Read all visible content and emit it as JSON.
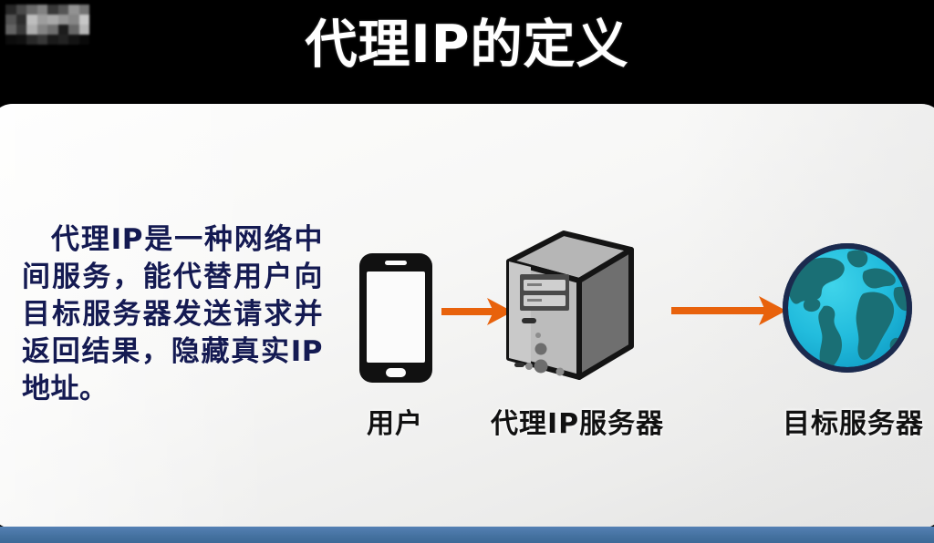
{
  "slide": {
    "title": "代理IP的定义",
    "watermark": "mosaic-censored-logo",
    "background_color": "#000000",
    "card_color": "#f7f7f6",
    "bottom_strip_color": "#44719f"
  },
  "definition": {
    "text": "代理IP是一种网络中间服务，能代替用户向目标服务器发送请求并返回结果，隐藏真实IP地址。",
    "color": "#141a52"
  },
  "diagram": {
    "accent_color": "#e8620c",
    "nodes": [
      {
        "id": "user",
        "label": "用户",
        "icon": "smartphone-icon"
      },
      {
        "id": "proxy",
        "label": "代理IP服务器",
        "icon": "server-tower-icon"
      },
      {
        "id": "target",
        "label": "目标服务器",
        "icon": "globe-icon"
      }
    ],
    "arrows": [
      {
        "id": "arrow-user-to-proxy",
        "from": "user",
        "to": "proxy",
        "direction": "right"
      },
      {
        "id": "arrow-proxy-to-target",
        "from": "proxy",
        "to": "target",
        "direction": "right"
      }
    ]
  }
}
